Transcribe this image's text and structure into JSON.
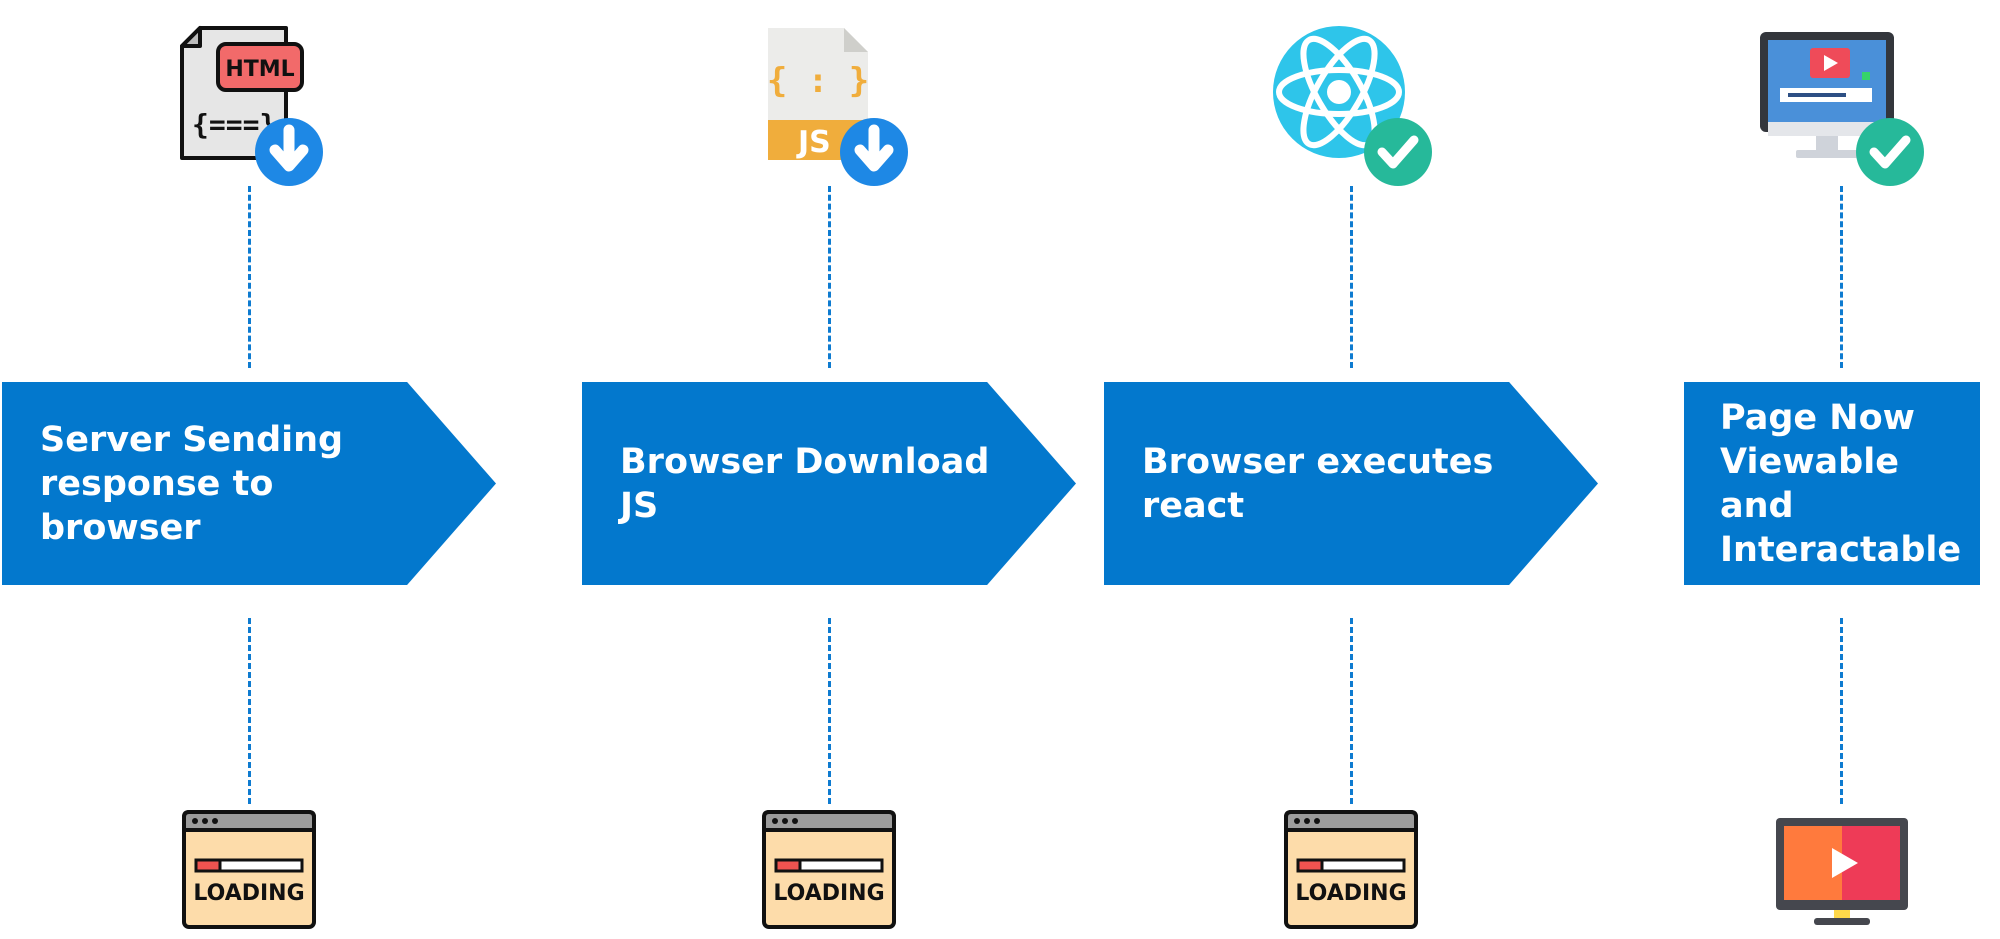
{
  "steps": [
    {
      "label": "Server Sending response to browser",
      "top_icon": "html-file-download-icon",
      "bottom_icon": "loading-window-icon",
      "badge": "download",
      "bottom_text": "LOADING",
      "top_text": "HTML"
    },
    {
      "label": "Browser Download JS",
      "top_icon": "js-file-download-icon",
      "bottom_icon": "loading-window-icon",
      "badge": "download",
      "bottom_text": "LOADING",
      "top_text": "JS",
      "top_symbol": "{ : }"
    },
    {
      "label": "Browser executes react",
      "top_icon": "react-logo-check-icon",
      "bottom_icon": "loading-window-icon",
      "badge": "check",
      "bottom_text": "LOADING"
    },
    {
      "label": "Page Now Viewable and Interactable",
      "top_icon": "monitor-check-icon",
      "bottom_icon": "tv-play-icon",
      "badge": "check"
    }
  ],
  "colors": {
    "arrow": "#0378cd",
    "dash": "#0e7bd0",
    "download_badge": "#1e88e5",
    "check_badge": "#26b99a"
  }
}
